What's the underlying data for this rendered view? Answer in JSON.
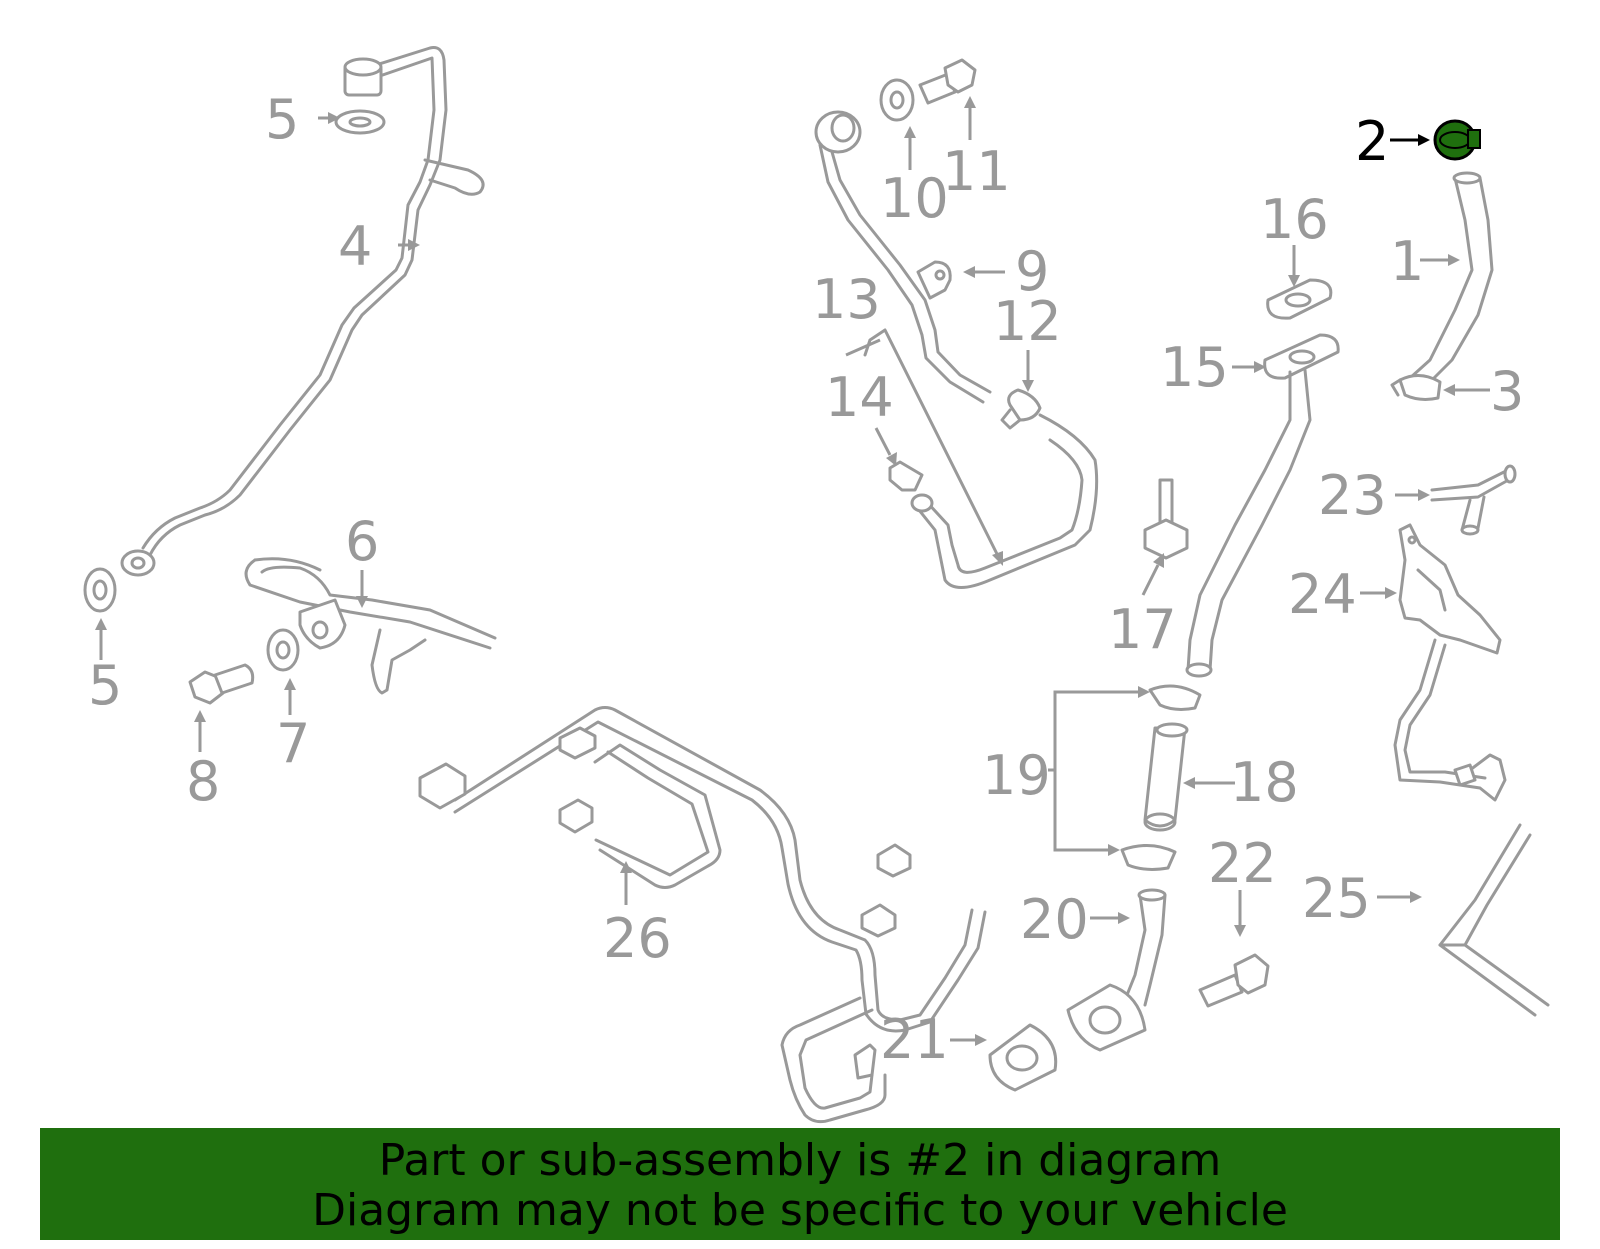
{
  "highlight_color": "#1f6f0e",
  "highlighted_part": "2",
  "callouts": {
    "c1": "1",
    "c2": "2",
    "c3": "3",
    "c4": "4",
    "c5a": "5",
    "c5b": "5",
    "c6": "6",
    "c7": "7",
    "c8": "8",
    "c9": "9",
    "c10": "10",
    "c11": "11",
    "c12": "12",
    "c13": "13",
    "c14": "14",
    "c15": "15",
    "c16": "16",
    "c17": "17",
    "c18": "18",
    "c19": "19",
    "c20": "20",
    "c21": "21",
    "c22": "22",
    "c23": "23",
    "c24": "24",
    "c25": "25",
    "c26": "26"
  },
  "banner": {
    "line1": "Part or sub-assembly is #2 in diagram",
    "line2": "Diagram may not be specific to your vehicle"
  }
}
